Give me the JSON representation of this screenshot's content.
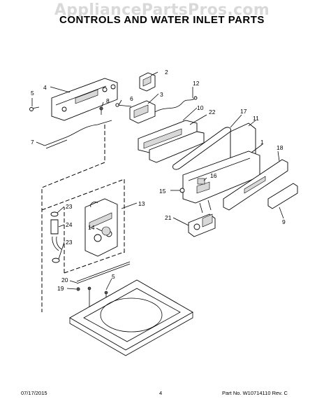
{
  "watermark": "AppliancePartsPros.com",
  "title": "CONTROLS AND WATER INLET PARTS",
  "footer": {
    "date": "07/17/2015",
    "page": "4",
    "part": "Part No.  W10714110  Rev. C"
  },
  "callouts": [
    "1",
    "2",
    "3",
    "4",
    "5",
    "6",
    "7",
    "8",
    "9",
    "10",
    "11",
    "12",
    "13",
    "14",
    "15",
    "16",
    "17",
    "18",
    "19",
    "20",
    "21",
    "22",
    "23",
    "24",
    "23",
    "5"
  ]
}
